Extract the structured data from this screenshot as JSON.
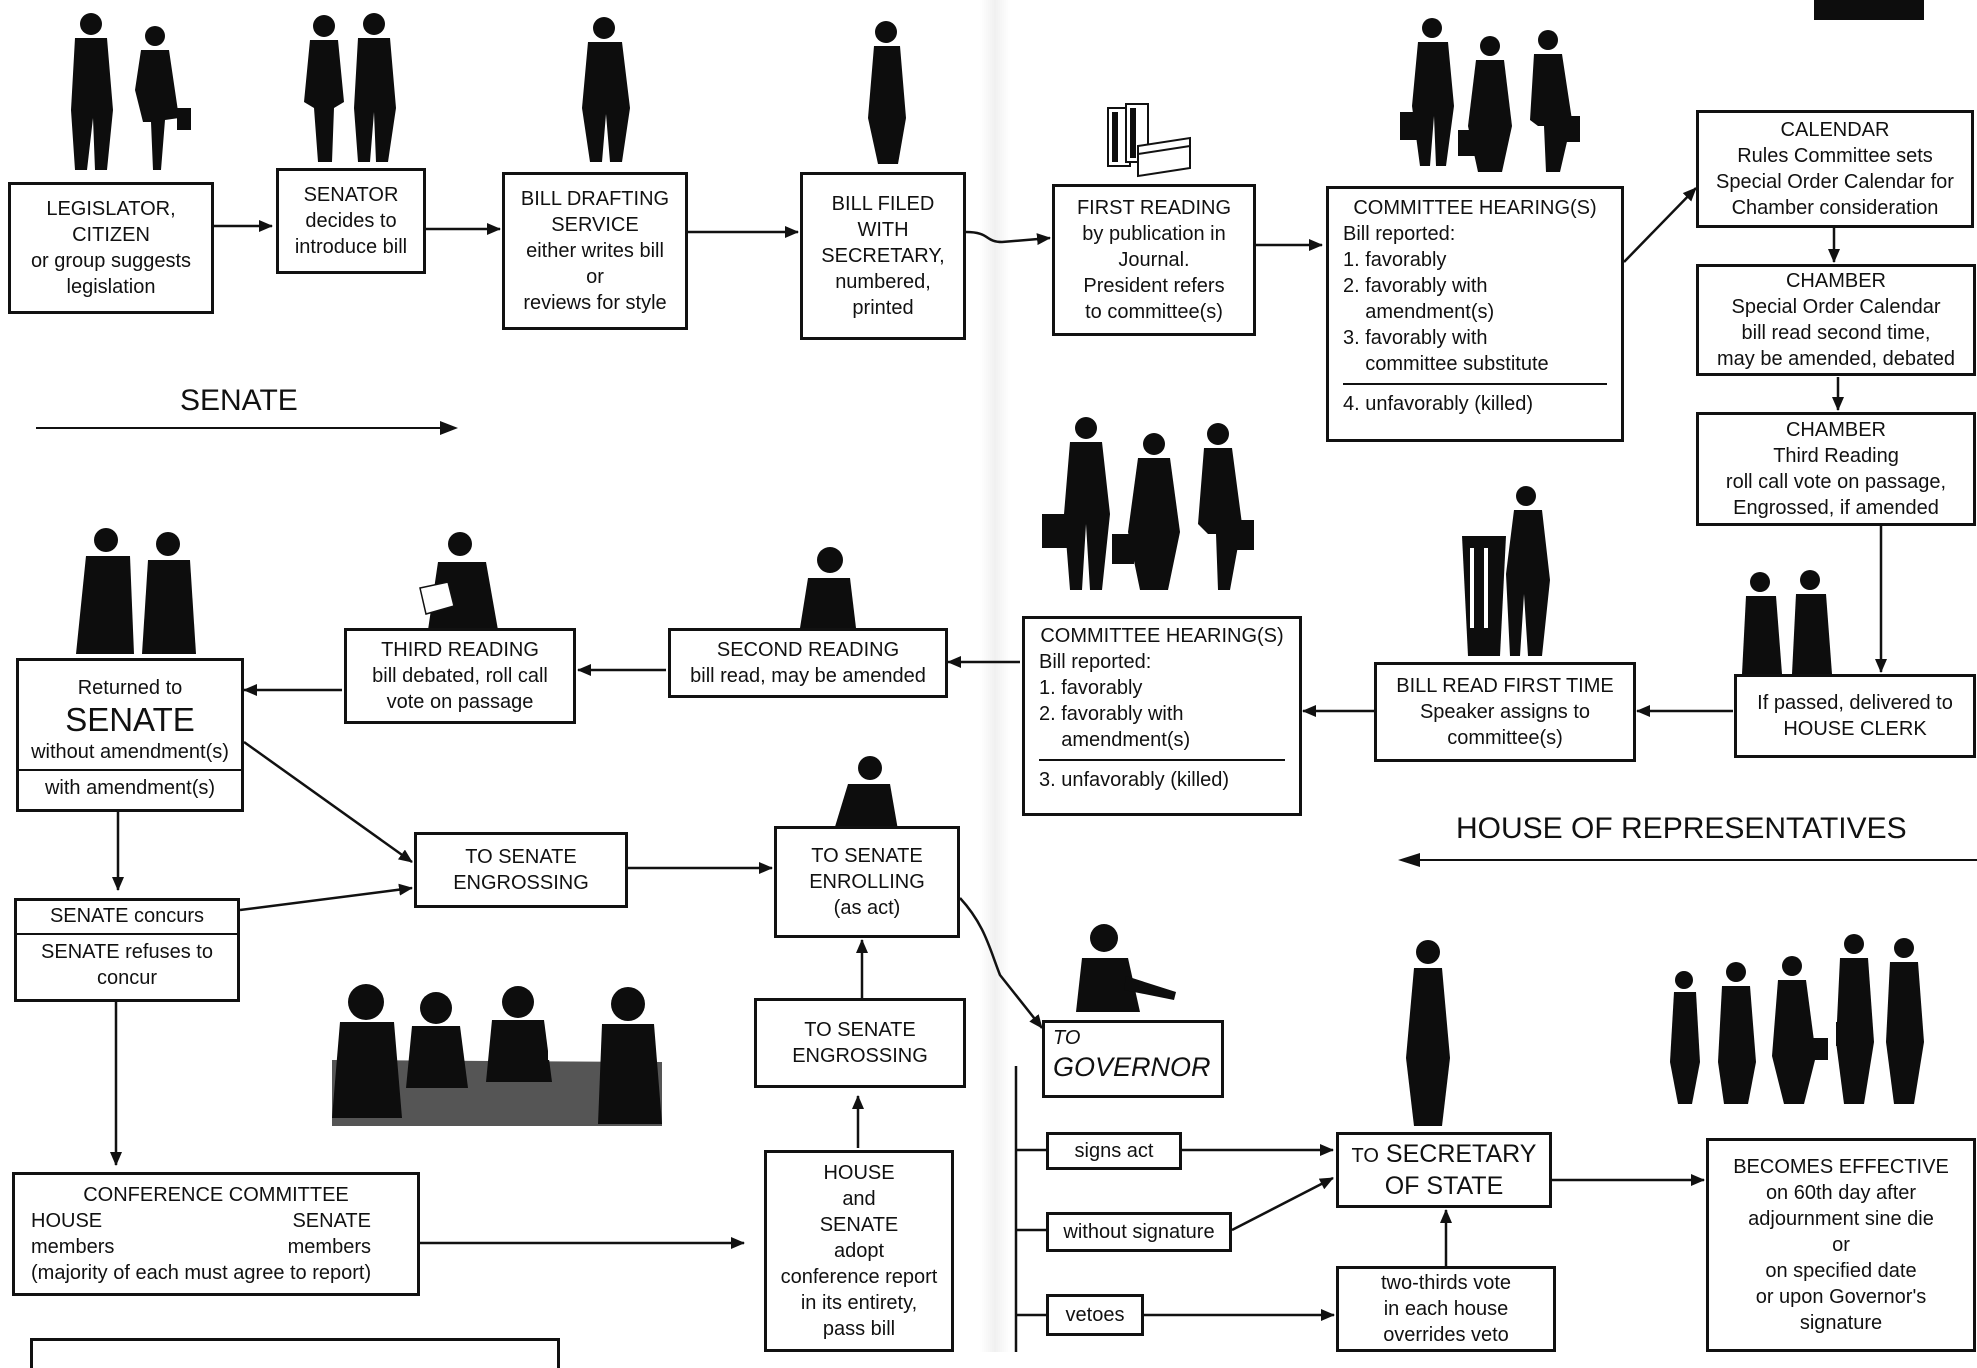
{
  "senate_label": "SENATE",
  "house_label": "HOUSE OF REPRESENTATIVES",
  "boxes": {
    "legislator": [
      "LEGISLATOR,",
      "CITIZEN",
      "or group suggests",
      "legislation"
    ],
    "senator": [
      "SENATOR",
      "decides to",
      "introduce bill"
    ],
    "drafting": [
      "BILL DRAFTING",
      "SERVICE",
      "either writes bill",
      "or",
      "reviews for style"
    ],
    "filed": [
      "BILL FILED",
      "WITH",
      "SECRETARY,",
      "numbered,",
      "printed"
    ],
    "first_reading": [
      "FIRST READING",
      "by publication in",
      "Journal.",
      "President refers",
      "to committee(s)"
    ],
    "committee_senate": {
      "title": "COMMITTEE HEARING(S)",
      "lines": [
        "Bill reported:",
        "1. favorably",
        "2. favorably with",
        "    amendment(s)",
        "3. favorably with",
        "    committee substitute"
      ],
      "killed": "4. unfavorably (killed)"
    },
    "calendar": [
      "CALENDAR",
      "Rules Committee sets",
      "Special Order Calendar for",
      "Chamber consideration"
    ],
    "chamber2": [
      "CHAMBER",
      "Special Order Calendar",
      "bill read second time,",
      "may be amended, debated"
    ],
    "chamber3": [
      "CHAMBER",
      "Third Reading",
      "roll call vote on passage,",
      "Engrossed, if amended"
    ],
    "house_clerk": [
      "If passed, delivered to",
      "HOUSE CLERK"
    ],
    "house_first": [
      "BILL READ FIRST TIME",
      "Speaker assigns to",
      "committee(s)"
    ],
    "committee_house": {
      "title": "COMMITTEE HEARING(S)",
      "lines": [
        "Bill reported:",
        "1. favorably",
        "2. favorably with",
        "    amendment(s)"
      ],
      "killed": "3. unfavorably (killed)"
    },
    "second_reading": [
      "SECOND READING",
      "bill read, may be amended"
    ],
    "third_reading": [
      "THIRD READING",
      "bill debated, roll call",
      "vote on passage"
    ],
    "returned": {
      "line1": "Returned to",
      "line2": "SENATE",
      "line3": "without amendment(s)",
      "line4": "with amendment(s)"
    },
    "engrossing1": [
      "TO SENATE",
      "ENGROSSING"
    ],
    "enrolling": [
      "TO SENATE",
      "ENROLLING",
      "(as act)"
    ],
    "concurs": {
      "line1": "SENATE concurs",
      "line2": "SENATE refuses to",
      "line3": "concur"
    },
    "engrossing2": [
      "TO SENATE",
      "ENGROSSING"
    ],
    "conference": {
      "title": "CONFERENCE COMMITTEE",
      "house": "HOUSE",
      "senate": "SENATE",
      "members_l": "members",
      "members_r": "members",
      "note": "(majority of each must agree to report)"
    },
    "adopt": [
      "HOUSE",
      "and",
      "SENATE",
      "adopt",
      "conference report",
      "in its entirety,",
      "pass bill"
    ],
    "governor": {
      "to": "TO",
      "name": "GOVERNOR"
    },
    "signs": "signs act",
    "without_sig": "without signature",
    "vetoes": "vetoes",
    "secretary": {
      "to": "TO",
      "line1": "SECRETARY",
      "line2": "OF STATE"
    },
    "override": [
      "two-thirds vote",
      "in each house",
      "overrides veto"
    ],
    "effective": [
      "BECOMES EFFECTIVE",
      "on 60th day after",
      "adjournment sine die",
      "or",
      "on specified date",
      "or upon Governor's",
      "signature"
    ]
  },
  "colors": {
    "ink": "#111111",
    "table": "#555555",
    "silhouette": "#0d0d0d"
  }
}
